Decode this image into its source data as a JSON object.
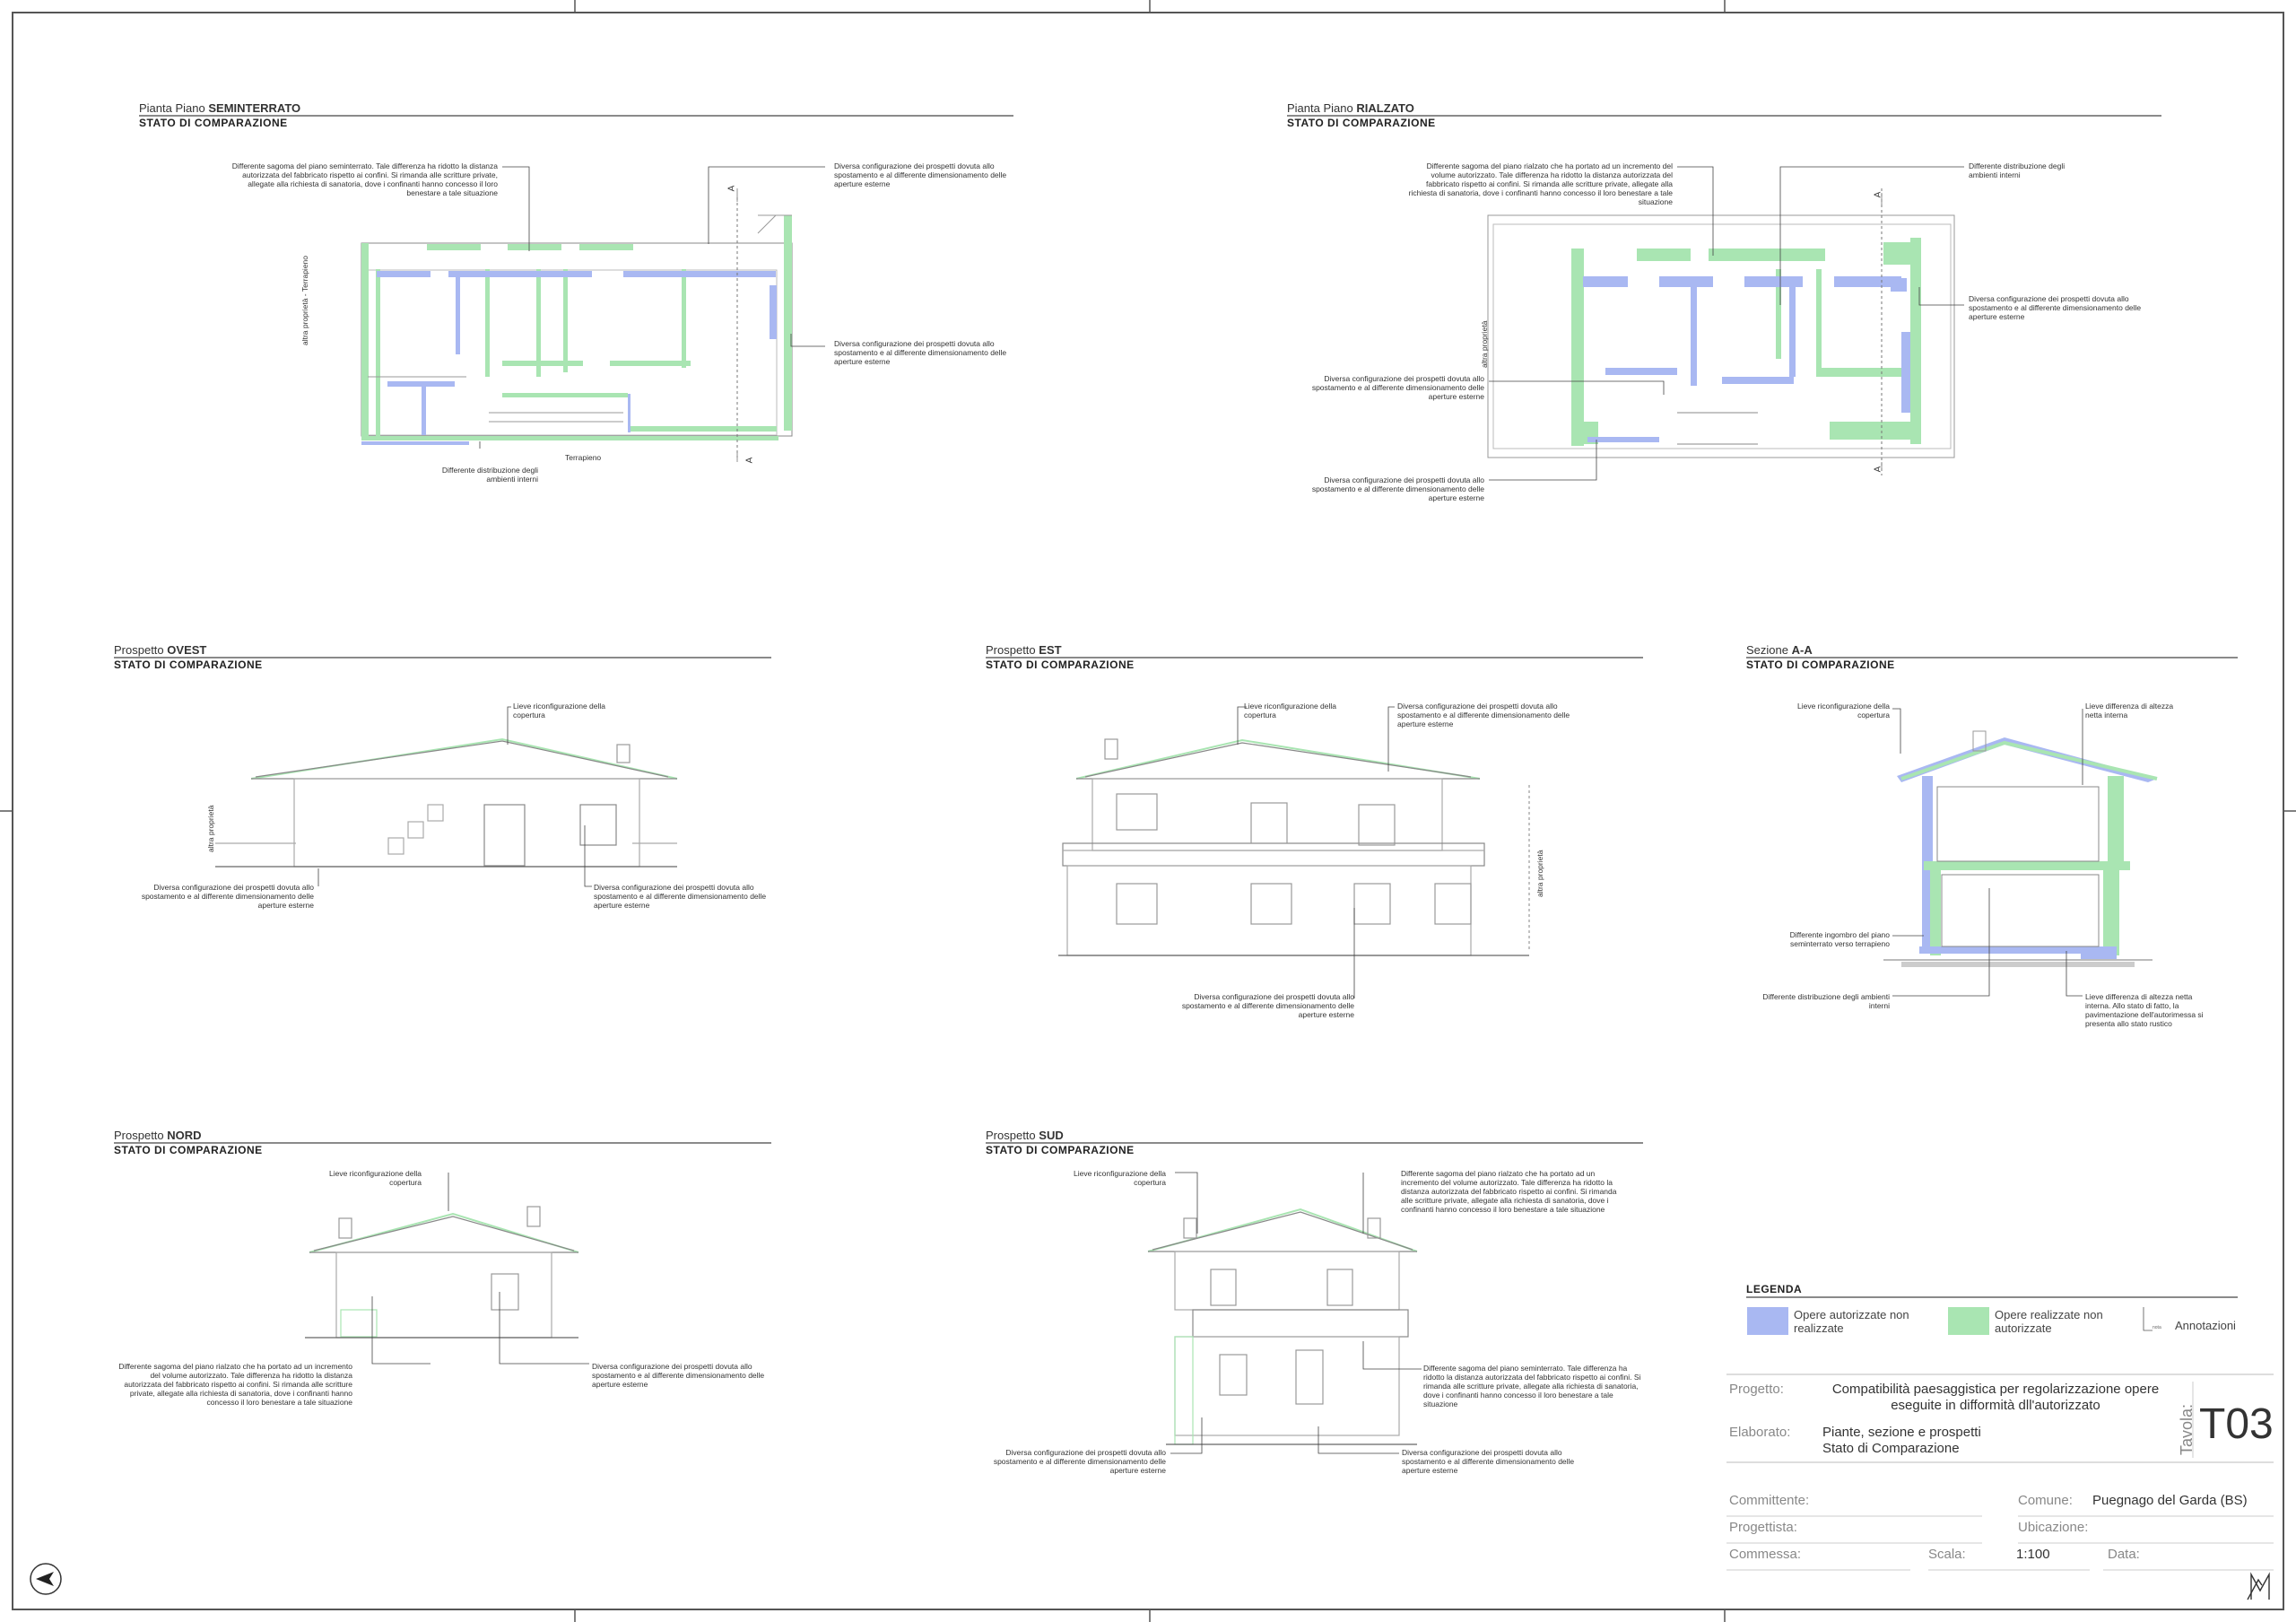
{
  "views": {
    "seminterrato": {
      "prefix": "Pianta Piano",
      "name": "SEMINTERRATO",
      "subtitle": "STATO DI COMPARAZIONE"
    },
    "rialzato": {
      "prefix": "Pianta Piano",
      "name": "RIALZATO",
      "subtitle": "STATO DI COMPARAZIONE"
    },
    "ovest": {
      "prefix": "Prospetto",
      "name": "OVEST",
      "subtitle": "STATO DI COMPARAZIONE"
    },
    "est": {
      "prefix": "Prospetto",
      "name": "EST",
      "subtitle": "STATO DI COMPARAZIONE"
    },
    "sezione": {
      "prefix": "Sezione",
      "name": "A-A",
      "subtitle": "STATO DI COMPARAZIONE"
    },
    "nord": {
      "prefix": "Prospetto",
      "name": "NORD",
      "subtitle": "STATO DI COMPARAZIONE"
    },
    "sud": {
      "prefix": "Prospetto",
      "name": "SUD",
      "subtitle": "STATO DI COMPARAZIONE"
    }
  },
  "notes": {
    "sem_sagoma": "Differente sagoma del piano seminterrato. Tale differenza ha ridotto la distanza autorizzata del fabbricato rispetto ai confini. Si rimanda alle scritture private, allegate alla richiesta di sanatoria, dove i confinanti hanno concesso il loro benestare a tale situazione",
    "sem_prospetti_1": "Diversa configurazione dei prospetti dovuta allo spostamento e al differente dimensionamento delle aperture esterne",
    "sem_prospetti_2": "Diversa configurazione dei prospetti dovuta allo spostamento e al differente dimensionamento delle aperture esterne",
    "sem_distribuzione": "Differente distribuzione degli ambienti interni",
    "sem_terrapieno_v": "altra proprietà - Terrapieno",
    "sem_terrapieno": "Terrapieno",
    "ria_sagoma": "Differente sagoma del piano rialzato che ha portato ad un incremento del volume autorizzato. Tale differenza ha ridotto la distanza autorizzata del fabbricato rispetto ai confini. Si rimanda alle scritture private, allegate alla richiesta di sanatoria, dove i confinanti hanno concesso il loro benestare a tale situazione",
    "ria_distribuzione": "Differente distribuzione degli ambienti interni",
    "ria_prospetti_r": "Diversa configurazione dei prospetti dovuta allo spostamento e al differente dimensionamento delle aperture esterne",
    "ria_prospetti_l1": "Diversa configurazione dei prospetti dovuta allo spostamento e al differente dimensionamento delle aperture esterne",
    "ria_prospetti_l2": "Diversa configurazione dei prospetti dovuta allo spostamento e al differente dimensionamento delle aperture esterne",
    "ria_altra": "altra proprietà",
    "ovest_copertura": "Lieve riconfigurazione della copertura",
    "ovest_prospetti_l": "Diversa configurazione dei prospetti dovuta allo spostamento e al differente dimensionamento delle aperture esterne",
    "ovest_prospetti_r": "Diversa configurazione dei prospetti dovuta allo spostamento e al differente dimensionamento delle aperture esterne",
    "ovest_altra": "altra proprietà",
    "est_copertura": "Lieve riconfigurazione della copertura",
    "est_prospetti_top": "Diversa configurazione dei prospetti dovuta allo spostamento e al differente dimensionamento delle aperture esterne",
    "est_prospetti_bot": "Diversa configurazione dei prospetti dovuta allo spostamento e al differente dimensionamento delle aperture esterne",
    "est_altra": "altra proprietà",
    "sez_copertura": "Lieve riconfigurazione della copertura",
    "sez_altezza_top": "Lieve differenza di altezza netta interna",
    "sez_ingombro": "Differente ingombro del piano seminterrato verso terrapieno",
    "sez_distribuzione": "Differente distribuzione degli ambienti interni",
    "sez_altezza_bot": "Lieve differenza di altezza netta interna. Allo stato di fatto, la pavimentazione dell'autorimessa si presenta allo stato rustico",
    "nord_copertura": "Lieve riconfigurazione della copertura",
    "nord_sagoma": "Differente sagoma del piano rialzato che ha portato ad un incremento del volume autorizzato. Tale differenza ha ridotto la distanza autorizzata del fabbricato rispetto ai confini. Si rimanda alle scritture private, allegate alla richiesta di sanatoria, dove i confinanti hanno concesso il loro benestare a tale situazione",
    "nord_prospetti": "Diversa configurazione dei prospetti dovuta allo spostamento e al differente dimensionamento delle aperture esterne",
    "sud_copertura": "Lieve riconfigurazione della copertura",
    "sud_sagoma_rialzato": "Differente sagoma del piano rialzato che ha portato ad un incremento del volume autorizzato. Tale differenza ha ridotto la distanza autorizzata del fabbricato rispetto ai confini. Si rimanda alle scritture private, allegate alla richiesta di sanatoria, dove i confinanti hanno concesso il loro benestare a tale situazione",
    "sud_sagoma_seminterrato": "Differente sagoma del piano seminterrato. Tale differenza ha ridotto la distanza autorizzata del fabbricato rispetto ai confini. Si rimanda alle scritture private, allegate alla richiesta di sanatoria, dove i confinanti hanno concesso il loro benestare a tale situazione",
    "sud_prospetti_l": "Diversa configurazione dei prospetti dovuta allo spostamento e al differente dimensionamento delle aperture esterne",
    "sud_prospetti_r": "Diversa configurazione dei prospetti dovuta allo spostamento e al differente dimensionamento delle aperture esterne"
  },
  "section_marker": "A",
  "legend": {
    "title": "LEGENDA",
    "items": [
      {
        "label": "Opere autorizzate non realizzate",
        "color": "#a9b8f2"
      },
      {
        "label": "Opere realizzate non autorizzate",
        "color": "#a9e5b2"
      }
    ],
    "annotation_label": "Annotazioni",
    "annotation_small": "nota"
  },
  "colors": {
    "blue": "#a9b8f2",
    "green": "#a9e5b2",
    "line": "#555555"
  },
  "titleblock": {
    "progetto_label": "Progetto:",
    "progetto_value": "Compatibilità paesaggistica per regolarizzazione opere eseguite in difformità dll'autorizzato",
    "elaborato_label": "Elaborato:",
    "elaborato_value": "Piante, sezione e prospetti Stato di Comparazione",
    "tavola_label": "Tavola:",
    "tavola_value": "T03",
    "committente_label": "Committente:",
    "comune_label": "Comune:",
    "comune_value": "Puegnago del Garda (BS)",
    "progettista_label": "Progettista:",
    "ubicazione_label": "Ubicazione:",
    "commessa_label": "Commessa:",
    "scala_label": "Scala:",
    "scala_value": "1:100",
    "data_label": "Data:"
  }
}
